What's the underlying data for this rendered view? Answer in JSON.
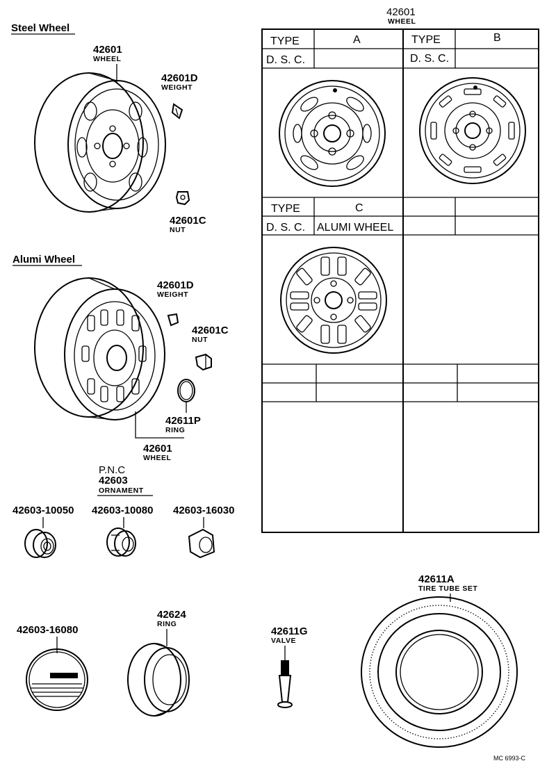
{
  "sections": {
    "steel": "Steel Wheel",
    "alumi": "Alumi Wheel"
  },
  "parts": {
    "steel_wheel": {
      "pn": "42601",
      "name": "WHEEL"
    },
    "steel_weight": {
      "pn": "42601D",
      "name": "WEIGHT"
    },
    "steel_nut": {
      "pn": "42601C",
      "name": "NUT"
    },
    "alumi_weight": {
      "pn": "42601D",
      "name": "WEIGHT"
    },
    "alumi_nut": {
      "pn": "42601C",
      "name": "NUT"
    },
    "alumi_ring": {
      "pn": "42611P",
      "name": "RING"
    },
    "alumi_wheel": {
      "pn": "42601",
      "name": "WHEEL"
    },
    "ornament": {
      "pnc": "P.N.C",
      "pn": "42603",
      "name": "ORNAMENT"
    },
    "orn_1": {
      "pn": "42603-10050"
    },
    "orn_2": {
      "pn": "42603-10080"
    },
    "orn_3": {
      "pn": "42603-16030"
    },
    "orn_4": {
      "pn": "42603-16080"
    },
    "ring_42624": {
      "pn": "42624",
      "name": "RING"
    },
    "valve": {
      "pn": "42611G",
      "name": "VALVE"
    },
    "tire": {
      "pn": "42611A",
      "name": "TIRE TUBE SET"
    }
  },
  "table": {
    "pn": "42601",
    "name": "WHEEL",
    "type_label": "TYPE",
    "dsc_label": "D. S. C.",
    "type_a": "A",
    "type_b": "B",
    "type_c": "C",
    "dsc_c": "ALUMI WHEEL"
  },
  "ref_code": "MC 6993-C"
}
